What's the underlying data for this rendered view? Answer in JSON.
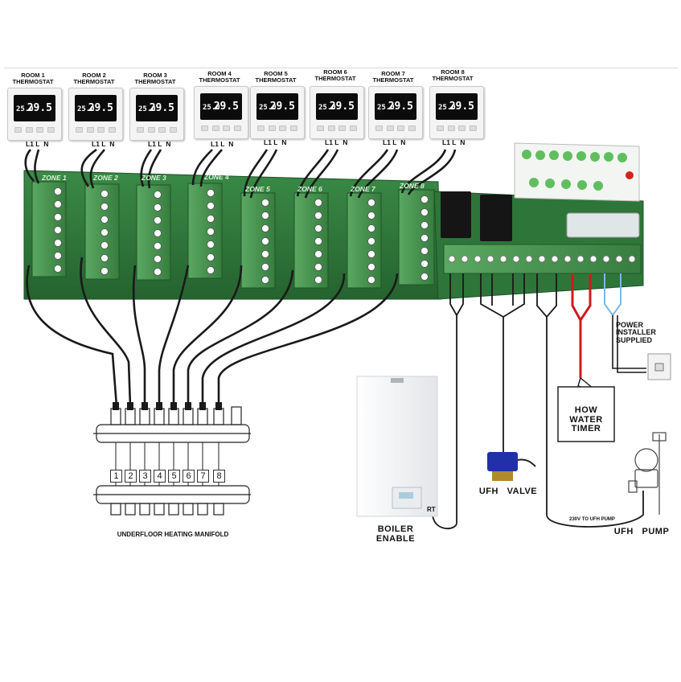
{
  "thermostats": [
    {
      "label_line1": "ROOM 1",
      "label_line2": "THERMOSTAT",
      "temp_left": "25.0",
      "temp_right": "29.5",
      "terminals": [
        "L1",
        "L",
        "N"
      ]
    },
    {
      "label_line1": "ROOM 2",
      "label_line2": "THERMOSTAT",
      "temp_left": "25.0",
      "temp_right": "29.5",
      "terminals": [
        "L1",
        "L",
        "N"
      ]
    },
    {
      "label_line1": "ROOM 3",
      "label_line2": "THERMOSTAT",
      "temp_left": "25.0",
      "temp_right": "29.5",
      "terminals": [
        "L1",
        "L",
        "N"
      ]
    },
    {
      "label_line1": "ROOM 4",
      "label_line2": "THERMOSTAT",
      "temp_left": "25.0",
      "temp_right": "29.5",
      "terminals": [
        "L1",
        "L",
        "N"
      ]
    },
    {
      "label_line1": "ROOM 5",
      "label_line2": "THERMOSTAT",
      "temp_left": "25.0",
      "temp_right": "29.5",
      "terminals": [
        "L1",
        "L",
        "N"
      ]
    },
    {
      "label_line1": "ROOM 6",
      "label_line2": "THERMOSTAT",
      "temp_left": "25.0",
      "temp_right": "29.5",
      "terminals": [
        "L1",
        "L",
        "N"
      ]
    },
    {
      "label_line1": "ROOM 7",
      "label_line2": "THERMOSTAT",
      "temp_left": "25.0",
      "temp_right": "29.5",
      "terminals": [
        "L1",
        "L",
        "N"
      ]
    },
    {
      "label_line1": "ROOM 8",
      "label_line2": "THERMOSTAT",
      "temp_left": "25.0",
      "temp_right": "29.5",
      "terminals": [
        "L1",
        "L",
        "N"
      ]
    }
  ],
  "zones": [
    "ZONE 1",
    "ZONE 2",
    "ZONE 3",
    "ZONE 4",
    "ZONE 5",
    "ZONE 6",
    "ZONE 7",
    "ZONE 8"
  ],
  "manifold": {
    "ports": [
      "1",
      "2",
      "3",
      "4",
      "5",
      "6",
      "7",
      "8"
    ],
    "caption": "UNDERFLOOR HEATING MANIFOLD"
  },
  "boiler": {
    "label_line1": "BOILER",
    "label_line2": "ENABLE",
    "terminal": "RT"
  },
  "valve": {
    "label": "UFH   VALVE"
  },
  "pump": {
    "label": "UFH   PUMP",
    "cable_note": "230V TO UFH PUMP"
  },
  "timer": {
    "line1": "HOW",
    "line2": "WATER",
    "line3": "TIMER"
  },
  "power": {
    "line1": "POWER",
    "line2": "INSTALLER",
    "line3": "SUPPLIED"
  },
  "colors": {
    "board": "#2f7a3c",
    "terminal": "#4b9a52",
    "wire": "#1a1a1a",
    "live_wire": "#cc1b1b",
    "neutral_wire": "#7fb7e0"
  }
}
